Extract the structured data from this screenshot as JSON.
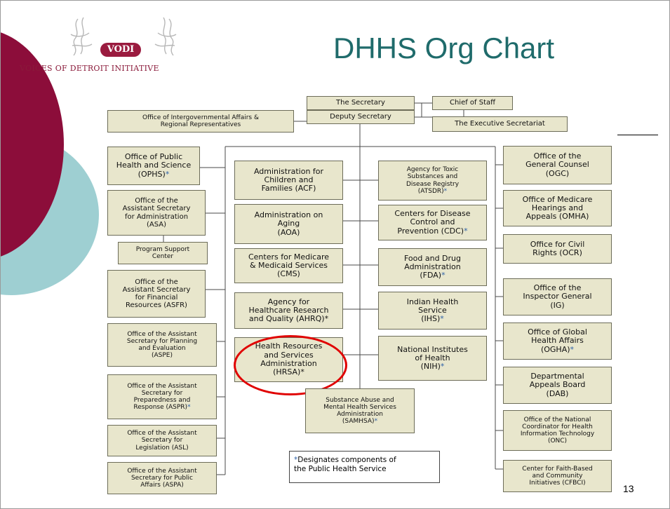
{
  "slide": {
    "title": "DHHS Org Chart",
    "page_number": "13",
    "logo": {
      "badge_text": "VODI",
      "subtitle": "VOICES OF DETROIT INITIATIVE"
    }
  },
  "colors": {
    "title": "#1f6b6b",
    "box_fill": "#e8e6cc",
    "accent_red": "#8c0d3a",
    "accent_teal": "#9ecfd2",
    "star": "#2e62a8",
    "highlight_circle": "#e00000"
  },
  "top": {
    "secretary": "The Secretary",
    "deputy": "Deputy Secretary",
    "chief_of_staff": "Chief of Staff",
    "executive_secretariat": "The Executive Secretariat",
    "intergovernmental": "Office of Intergovernmental Affairs &\nRegional Representatives"
  },
  "left": {
    "ophs": "Office of Public\nHealth and Science\n(OPHS)",
    "asa": "Office of the\nAssistant Secretary\nfor Administration\n(ASA)",
    "psc": "Program Support\nCenter",
    "asfr": "Office of the\nAssistant Secretary\nfor Financial\nResources (ASFR)",
    "aspe": "Office of the Assistant\nSecretary for Planning\nand Evaluation\n(ASPE)",
    "aspr": "Office of the Assistant\nSecretary for\nPreparedness and\nResponse (ASPR)",
    "asl": "Office of the Assistant\nSecretary for\nLegislation (ASL)",
    "aspa": "Office of the Assistant\nSecretary for Public\nAffairs (ASPA)"
  },
  "center_left": {
    "acf": "Administration for\nChildren and\nFamilies (ACF)",
    "aoa": "Administration on\nAging\n(AOA)",
    "cms": "Centers for Medicare\n& Medicaid Services\n(CMS)",
    "ahrq": "Agency for\nHealthcare Research\nand Quality (AHRQ)",
    "hrsa": "Health Resources\nand Services\nAdministration\n(HRSA)"
  },
  "center_right": {
    "atsdr": "Agency for Toxic\nSubstances and\nDisease Registry\n(ATSDR)",
    "cdc": "Centers for Disease\nControl and\nPrevention (CDC)",
    "fda": "Food and Drug\nAdministration\n(FDA)",
    "ihs": "Indian Health\nService\n(IHS)",
    "nih": "National Institutes\nof Health\n(NIH)"
  },
  "samhsa": "Substance Abuse and\nMental Health Services\nAdministration\n(SAMHSA)",
  "right": {
    "ogc": "Office of the\nGeneral Counsel\n(OGC)",
    "omha": "Office of Medicare\nHearings and\nAppeals (OMHA)",
    "ocr": "Office for Civil\nRights (OCR)",
    "ig": "Office of the\nInspector General\n(IG)",
    "ogha": "Office of Global\nHealth Affairs\n(OGHA)",
    "dab": "Departmental\nAppeals Board\n(DAB)",
    "onc": "Office of the National\nCoordinator for Health\nInformation Technology\n(ONC)",
    "cfbci": "Center for Faith-Based\nand Community\nInitiatives (CFBCI)"
  },
  "star": "*",
  "legend": {
    "star": "*",
    "text": "Designates components of\nthe Public Health Service"
  }
}
